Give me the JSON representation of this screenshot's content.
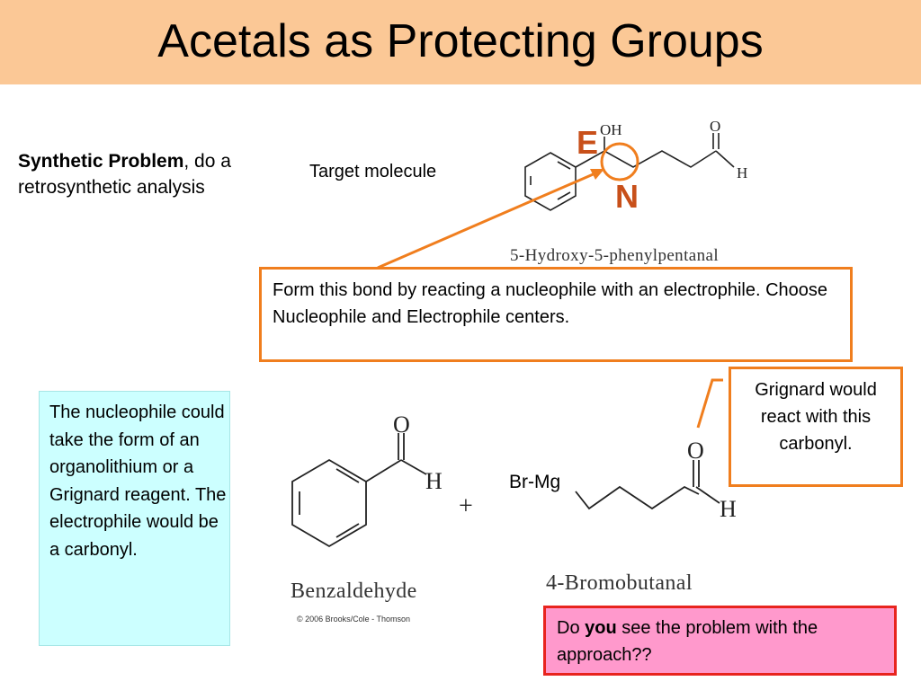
{
  "slide": {
    "title": "Acetals as Protecting Groups",
    "synthetic_problem": {
      "bold": "Synthetic Problem",
      "rest": ", do a retrosynthetic analysis"
    },
    "target_label": "Target molecule",
    "target_name": "5-Hydroxy-5-phenylpentanal",
    "electrophile_letter": "E",
    "nucleophile_letter": "N",
    "atom_oh": "OH",
    "atom_o": "O",
    "atom_h": "H",
    "form_bond_text": "Form this bond by reacting a nucleophile with an electrophile. Choose Nucleophile and Electrophile centers.",
    "grignard_text": "Grignard would react with this carbonyl.",
    "nucleophile_text": "The nucleophile could take the form of an organolithium or a Grignard reagent.  The electrophile would be a carbonyl.",
    "plus_sign": "+",
    "br_mg": "Br-Mg",
    "benzaldehyde_name": "Benzaldehyde",
    "bromobutanal_name": "4-Bromobutanal",
    "copyright": "© 2006 Brooks/Cole - Thomson",
    "question": {
      "pre": "Do ",
      "bold": "you",
      "post": " see the problem with the approach??"
    }
  },
  "colors": {
    "title_bg": "#fbc896",
    "orange": "#f07e1e",
    "label_red": "#c8501a",
    "cyan_box": "#ccffff",
    "pink_box": "#ff99cc",
    "pink_border": "#e8241e"
  }
}
